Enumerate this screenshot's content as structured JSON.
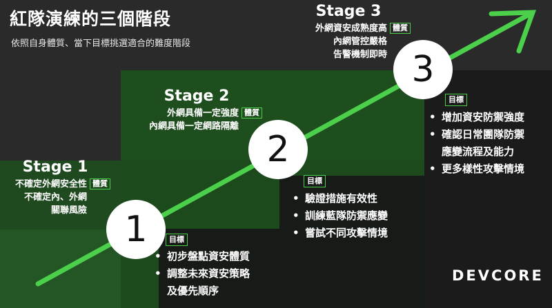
{
  "header": {
    "title": "紅隊演練的三個階段",
    "subtitle": "依照自身體質、當下目標挑選適合的難度階段"
  },
  "badge_label": "體質",
  "goal_label": "目標",
  "stages": [
    {
      "name": "Stage 1",
      "number": "1",
      "lines": [
        "不確定外網安全性",
        "不確定內、外網",
        "關聯風險"
      ],
      "goals": [
        "初步盤點資安體質",
        "調整未來資安策略",
        "及優先順序"
      ]
    },
    {
      "name": "Stage 2",
      "number": "2",
      "lines": [
        "外網具備一定強度",
        "內網具備一定網路隔離"
      ],
      "goals": [
        "驗證措施有效性",
        "訓練藍隊防禦應變",
        "嘗試不同攻擊情境"
      ]
    },
    {
      "name": "Stage 3",
      "number": "3",
      "lines": [
        "外網資安成熟度高",
        "內網管控嚴格",
        "告警機制即時"
      ],
      "goals": [
        "增加資安防禦強度",
        "確認日常團隊防禦",
        "應變流程及能力",
        "更多樣性攻擊情境"
      ]
    }
  ],
  "logo": {
    "text": "DEVCORE"
  },
  "colors": {
    "accent": "#4cd04c",
    "background": "#2a2a2a",
    "stage1_bg": "#245524",
    "stage2_bg": "#1c4a1c",
    "stage3_bg": "#1b1b1b"
  }
}
